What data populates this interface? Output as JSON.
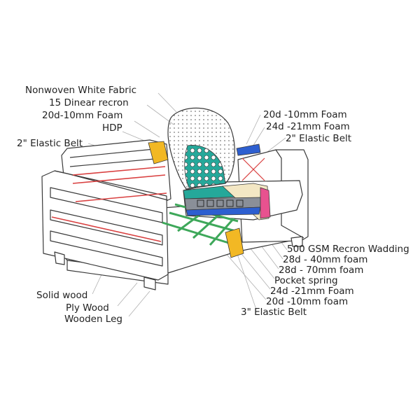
{
  "labels_left": {
    "nonwoven": "Nonwoven White Fabric",
    "dinear": "15 Dinear recron",
    "foam_back": "20d-10mm Foam",
    "hdp": "HDP",
    "belt_back": "2\" Elastic Belt",
    "solid_wood": "Solid wood",
    "ply_wood": "Ply Wood",
    "wooden_leg": "Wooden Leg"
  },
  "labels_right": {
    "foam_arm_10": "20d -10mm Foam",
    "foam_arm_21": "24d -21mm Foam",
    "belt_arm": "2\" Elastic Belt",
    "wadding": "500 GSM Recron Wadding",
    "foam_40": "28d - 40mm foam",
    "foam_70": "28d - 70mm foam",
    "pocket_spring": "Pocket spring",
    "foam_21": "24d -21mm Foam",
    "foam_10": "20d -10mm foam",
    "belt_seat": "3\" Elastic Belt"
  },
  "colors": {
    "outline": "#3a3a3a",
    "leader": "#b0b0b0",
    "red": "#d94040",
    "belt_yellow": "#f2b824",
    "teal": "#25a89a",
    "green": "#3ea85a",
    "blue": "#2d5fd0",
    "pink": "#e8528f",
    "cream": "#f3e7c4",
    "spring_gray": "#8a8f98",
    "dots": "#7a7a7a"
  }
}
